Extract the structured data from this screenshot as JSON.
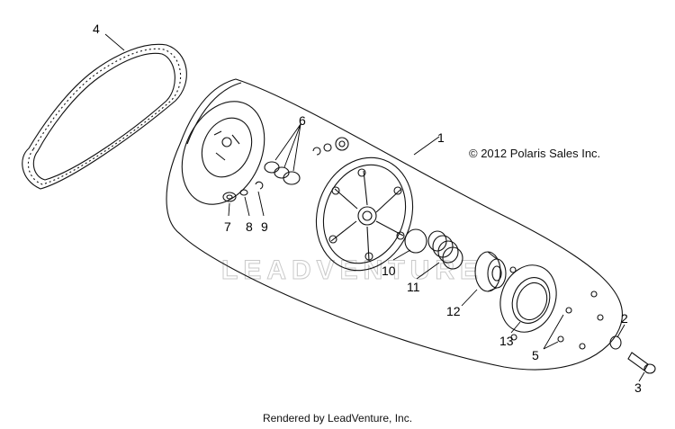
{
  "copyright": "© 2012 Polaris Sales Inc.",
  "footer": "Rendered by LeadVenture, Inc.",
  "watermark": "LEADVENTURE",
  "callouts": {
    "c1": "1",
    "c2": "2",
    "c3": "3",
    "c4": "4",
    "c5": "5",
    "c6": "6",
    "c7": "7",
    "c8": "8",
    "c9": "9",
    "c10": "10",
    "c11": "11",
    "c12": "12",
    "c13": "13"
  }
}
